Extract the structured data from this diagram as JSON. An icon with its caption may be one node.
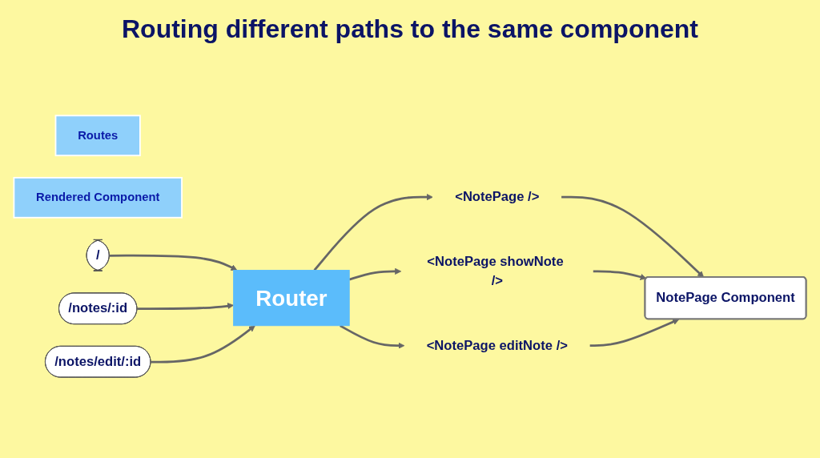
{
  "diagram": {
    "title": "Routing different paths to the same component",
    "nodes": [
      {
        "text": [
          "Routes"
        ]
      },
      {
        "text": [
          "Rendered Component"
        ]
      },
      {
        "text": [
          "/"
        ]
      },
      {
        "text": [
          "/notes/:id"
        ]
      },
      {
        "text": [
          "/notes/edit/:id"
        ]
      },
      {
        "text": [
          "Router"
        ]
      },
      {
        "text": [
          "<NotePage />"
        ]
      },
      {
        "text": [
          "<NotePage showNote />"
        ]
      },
      {
        "text": [
          "<NotePage editNote />"
        ]
      },
      {
        "text": [
          "NotePage Component"
        ]
      }
    ],
    "edges": [
      {
        "from": 2,
        "to": 5,
        "arrow": "to"
      },
      {
        "from": 3,
        "to": 5,
        "arrow": "to"
      },
      {
        "from": 4,
        "to": 5,
        "arrow": "to"
      },
      {
        "from": 5,
        "to": 6,
        "arrow": "to"
      },
      {
        "from": 5,
        "to": 7,
        "arrow": "to"
      },
      {
        "from": 5,
        "to": 8,
        "arrow": "to"
      },
      {
        "from": 6,
        "to": 9,
        "arrow": "to"
      },
      {
        "from": 7,
        "to": 9,
        "arrow": "to"
      },
      {
        "from": 8,
        "to": 9,
        "arrow": "to"
      }
    ]
  }
}
